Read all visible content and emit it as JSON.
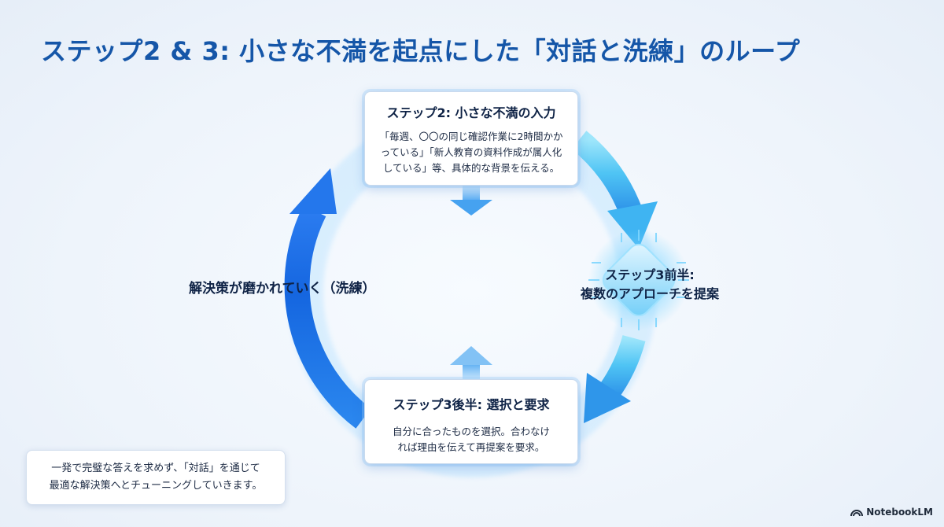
{
  "title": "ステップ2 & 3: 小さな不満を起点にした「対話と洗練」のループ",
  "step2": {
    "title": "ステップ2: 小さな不満の入力",
    "body_lines": [
      "「毎週、〇〇の同じ確認作業に2時間かか",
      "っている」「新人教育の資料作成が属人化",
      "している」等、具体的な背景を伝える。"
    ]
  },
  "step3_first_half": {
    "line1": "ステップ3前半:",
    "line2": "複数のアプローチを提案"
  },
  "step3_second_half": {
    "title": "ステップ3後半: 選択と要求",
    "body_lines": [
      "自分に合ったものを選択。合わなけ",
      "れば理由を伝えて再提案を要求。"
    ]
  },
  "refine_label": "解決策が磨かれていく（洗練）",
  "note": {
    "lines": [
      "一発で完璧な答えを求めず、「対話」を通じて",
      "最適な解決策へとチューニングしていきます。"
    ]
  },
  "brand": "NotebookLM",
  "colors": {
    "title": "#1556a8",
    "arrow_light": "#5fd0f8",
    "arrow_dark": "#1a6fe0",
    "chip_glow": "#7fd6ff"
  }
}
